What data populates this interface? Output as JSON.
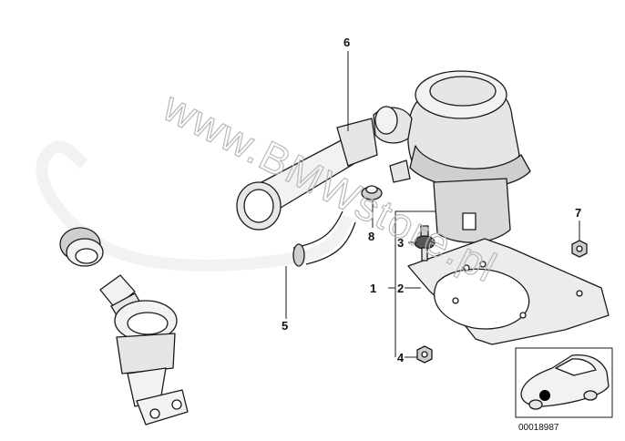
{
  "diagram": {
    "callouts": [
      "1",
      "2",
      "3",
      "4",
      "5",
      "6",
      "7",
      "8"
    ],
    "watermark": "www.BMWstore.pl",
    "reference_code": "00018987"
  },
  "colors": {
    "line": "#1a1a1a",
    "light_fill": "#f2f2f2",
    "mid_fill": "#cfcfcf",
    "dark_fill": "#555555",
    "watermark": "#b8b8b8"
  },
  "icons": {
    "car_thumbnail": "car-location-icon",
    "location_dot": "location-dot-icon"
  }
}
